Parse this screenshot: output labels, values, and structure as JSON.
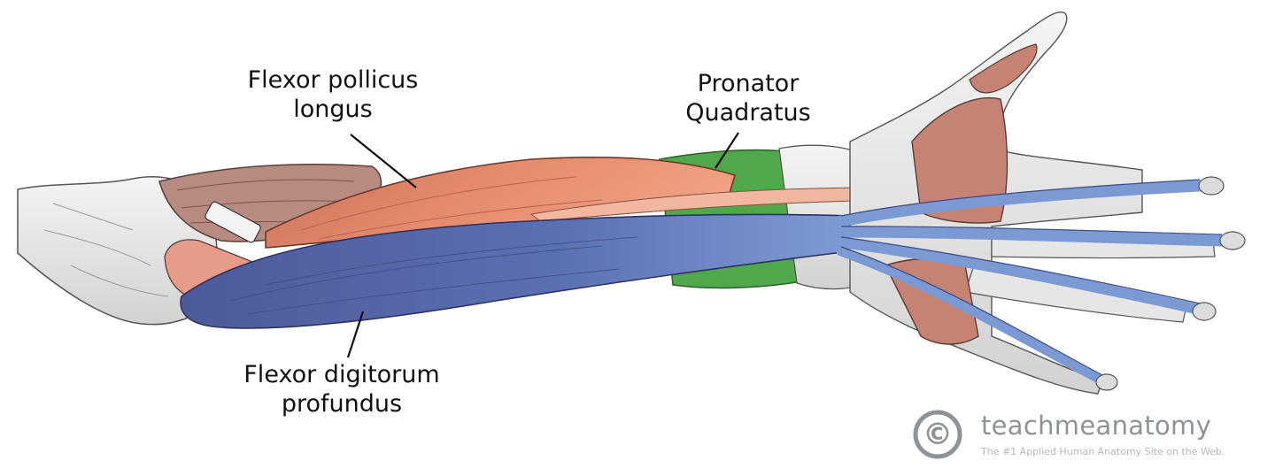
{
  "labels": {
    "flexor_pollicis_longus": {
      "line1": "Flexor pollicus",
      "line2": "longus"
    },
    "pronator_quadratus": {
      "line1": "Pronator",
      "line2": "Quadratus"
    },
    "flexor_digitorum_profundus": {
      "line1": "Flexor digitorum",
      "line2": "profundus"
    }
  },
  "watermark": {
    "symbol": "©",
    "name": "teachmeanatomy",
    "tagline": "The #1 Applied Human Anatomy Site on the Web."
  },
  "colors": {
    "flexor_pollicis_longus": "#e0856a",
    "flexor_digitorum_profundus": "#5a6fb0",
    "profundus_tendons": "#7b9ad4",
    "pronator_quadratus": "#4fa84a",
    "hand_muscles": "#c68272",
    "bone": "#ececec",
    "watermark": "#8e9398"
  }
}
